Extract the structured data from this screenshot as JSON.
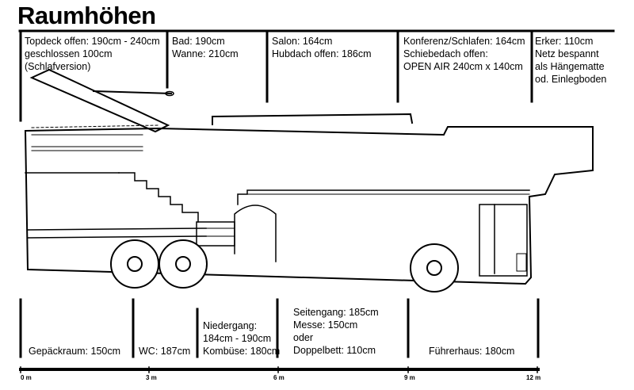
{
  "title": "Raumhöhen",
  "top_labels": [
    {
      "id": "topdeck",
      "lines": [
        "Topdeck offen: 190cm - 240cm",
        "geschlossen 100cm",
        "(Schlafversion)"
      ]
    },
    {
      "id": "bad",
      "lines": [
        "Bad: 190cm",
        "Wanne: 210cm"
      ]
    },
    {
      "id": "salon",
      "lines": [
        "Salon: 164cm",
        "Hubdach offen: 186cm"
      ]
    },
    {
      "id": "konferenz",
      "lines": [
        "Konferenz/Schlafen: 164cm",
        "Schiebedach offen:",
        "OPEN AIR 240cm x 140cm"
      ]
    },
    {
      "id": "erker",
      "lines": [
        "Erker: 110cm",
        "Netz bespannt",
        "als Hängematte",
        "od. Einlegboden"
      ]
    }
  ],
  "bottom_labels": [
    {
      "id": "gepaeckraum",
      "lines": [
        "Gepäckraum: 150cm"
      ]
    },
    {
      "id": "wc",
      "lines": [
        "WC: 187cm"
      ]
    },
    {
      "id": "niedergang",
      "lines": [
        "Niedergang:",
        "184cm - 190cm",
        "Kombüse: 180cm"
      ]
    },
    {
      "id": "seitengang",
      "lines": [
        "Seitengang: 185cm",
        "Messe: 150cm",
        "oder",
        "Doppelbett: 110cm"
      ]
    },
    {
      "id": "fuehrerhaus",
      "lines": [
        "Führerhaus: 180cm"
      ]
    }
  ],
  "scale": {
    "ticks": [
      "0 m",
      "3 m",
      "6 m",
      "9 m",
      "12 m"
    ]
  }
}
